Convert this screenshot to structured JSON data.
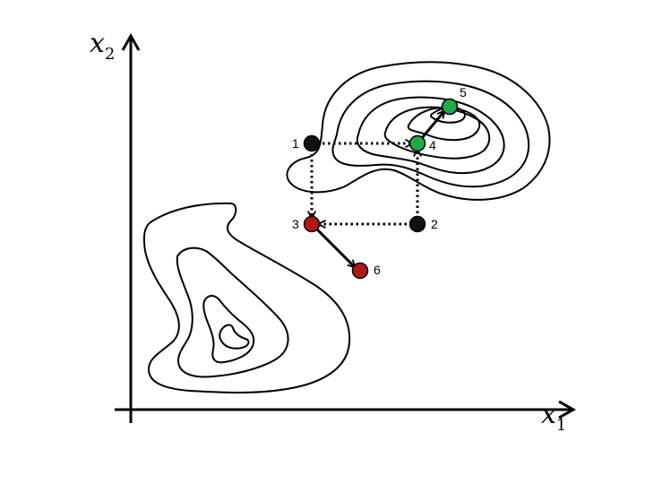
{
  "axes": {
    "x": {
      "symbol": "x",
      "subscript": "1"
    },
    "y": {
      "symbol": "x",
      "subscript": "2"
    }
  },
  "points": [
    {
      "label": "1",
      "color": "#111111"
    },
    {
      "label": "2",
      "color": "#111111"
    },
    {
      "label": "3",
      "color": "#b01818"
    },
    {
      "label": "4",
      "color": "#22a84a"
    },
    {
      "label": "5",
      "color": "#22a84a"
    },
    {
      "label": "6",
      "color": "#b01818"
    }
  ],
  "colors": {
    "stroke": "#000000",
    "black_point": "#111111",
    "red_point": "#b01818",
    "green_point": "#22a84a"
  }
}
